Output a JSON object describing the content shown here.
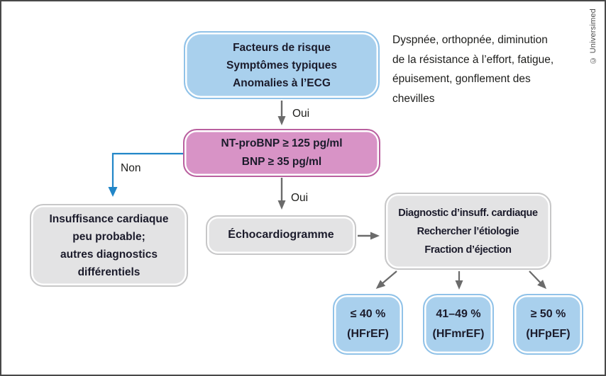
{
  "copyright": "© Universimed",
  "labels": {
    "yes": "Oui",
    "no": "Non"
  },
  "note": {
    "lines": [
      "Dyspnée, orthopnée, diminution",
      "de la résistance à l’effort, fatigue,",
      "épuisement, gonflement des",
      "chevilles"
    ]
  },
  "boxes": {
    "risk": {
      "lines": [
        "Facteurs de risque",
        "Symptômes typiques",
        "Anomalies à l’ECG"
      ]
    },
    "bnp": {
      "lines": [
        "NT-proBNP ≥ 125 pg/ml",
        "BNP ≥ 35 pg/ml"
      ]
    },
    "unlikely": {
      "lines": [
        "Insuffisance cardiaque",
        "peu probable;",
        "autres diagnostics",
        "différentiels"
      ]
    },
    "echo": {
      "lines": [
        "Échocardiogramme"
      ]
    },
    "diagnosis": {
      "lines": [
        "Diagnostic d’insuff. cardiaque",
        "Rechercher l’étiologie",
        "Fraction d’éjection"
      ]
    },
    "hfref": {
      "lines": [
        "≤ 40 %",
        "(HFrEF)"
      ]
    },
    "hfmref": {
      "lines": [
        "41–49 %",
        "(HFmrEF)"
      ]
    },
    "hfpef": {
      "lines": [
        "≥ 50 %",
        "(HFpEF)"
      ]
    }
  },
  "colors": {
    "blue_box_fill": "#a9d0ed",
    "blue_box_border": "#90c2e8",
    "pink_box_fill": "#d893c6",
    "pink_box_border": "#b9609f",
    "gray_box_fill": "#e3e3e4",
    "gray_box_border": "#c7c7c8",
    "arrow_gray": "#6b6b6b",
    "arrow_blue": "#2186c8",
    "text_dark": "#1b1b2b"
  }
}
